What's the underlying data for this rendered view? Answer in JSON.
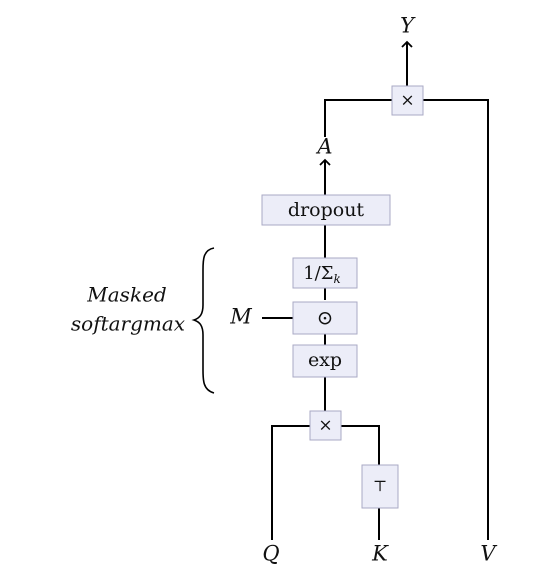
{
  "diagram": {
    "inputs": {
      "q": "Q",
      "k": "K",
      "v": "V",
      "m": "M"
    },
    "output": "Y",
    "attention_label": "A",
    "ops": {
      "multiply_top": "×",
      "dropout": "dropout",
      "normalize": "1/Σ",
      "normalize_sub": "k",
      "mask_product": "⊙",
      "exp": "exp",
      "multiply_qk": "×",
      "transpose": "⊤"
    },
    "brace_label": {
      "line1": "Masked",
      "line2": "softargmax"
    }
  }
}
